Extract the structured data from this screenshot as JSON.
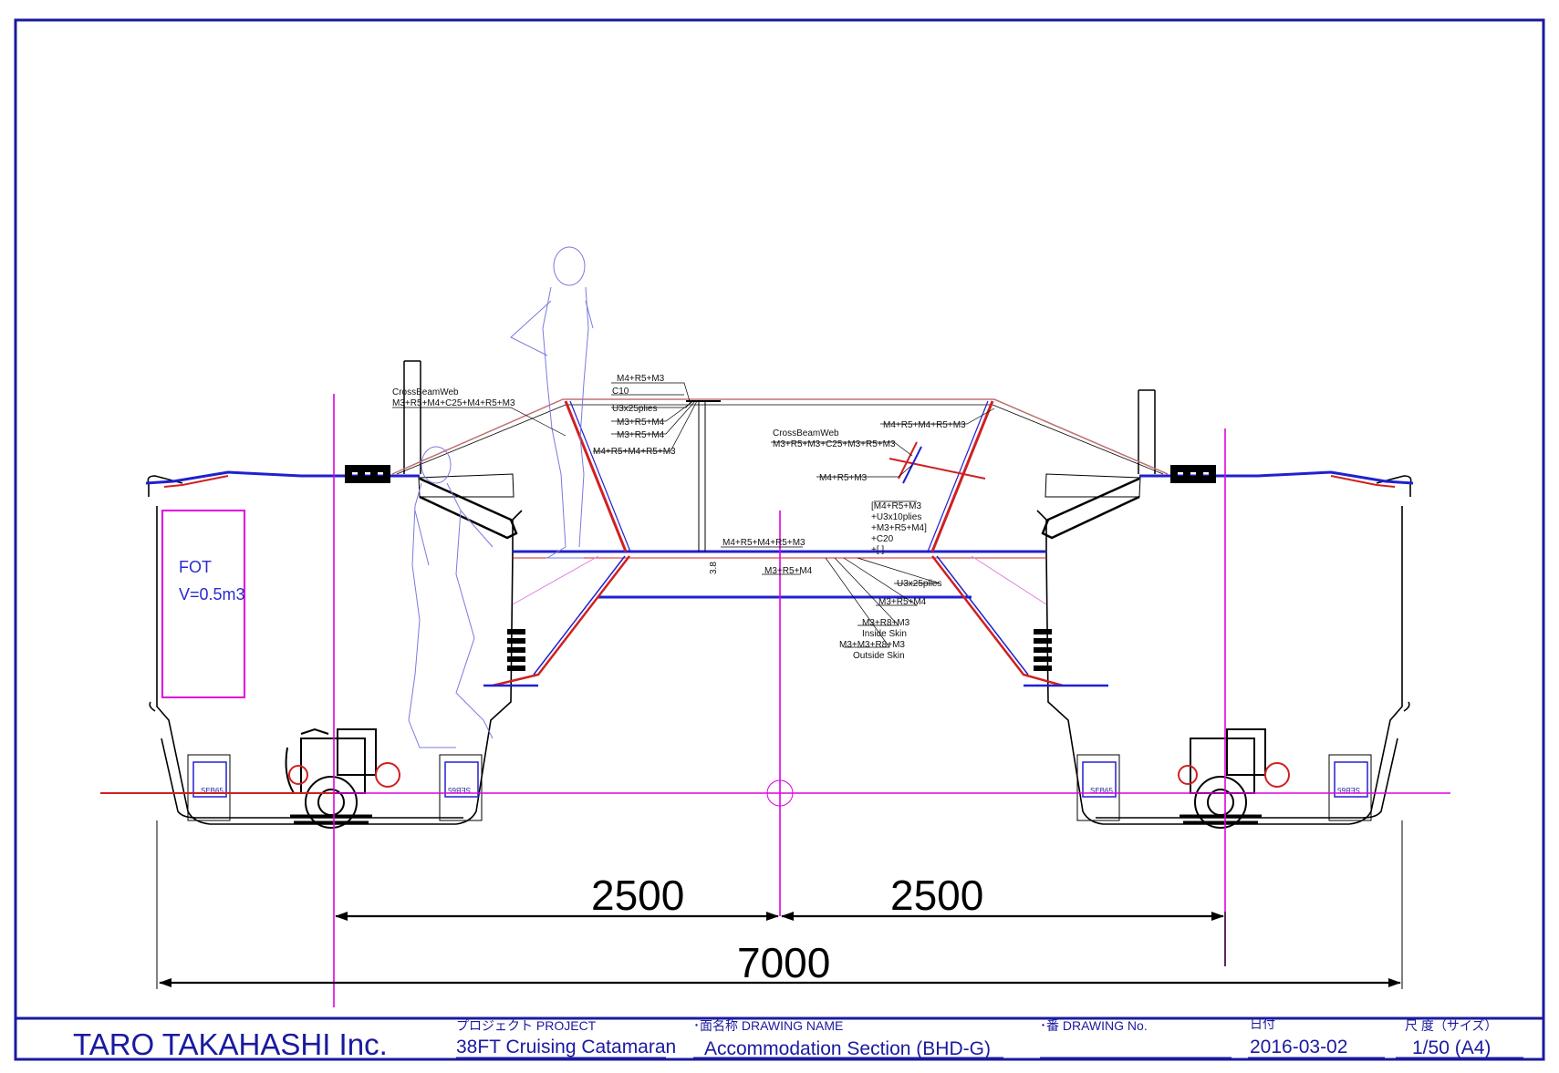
{
  "title_block": {
    "company": "TARO TAKAHASHI Inc.",
    "project_label": "プロジェクト  PROJECT",
    "project_value": "38FT Cruising Catamaran",
    "drawing_name_label": "･面名称  DRAWING  NAME",
    "drawing_name_value": "Accommodation Section (BHD-G)",
    "drawing_no_label": "･番  DRAWING No.",
    "drawing_no_value": "",
    "date_label": "日付",
    "date_value": "2016-03-02",
    "scale_label": "尺  度（サイズ）",
    "scale_value": "1/50 (A4)"
  },
  "dimensions": {
    "half_left": "2500",
    "half_right": "2500",
    "overall": "7000"
  },
  "tank": {
    "name": "FOT",
    "volume": "V=0.5m3"
  },
  "battery_labels": {
    "left_outer": "SEB65",
    "left_inner": "SEB65",
    "right_inner": "SEB65",
    "right_outer": "SEB65"
  },
  "annotations": {
    "cb_web_left_title": "CrossBeamWeb",
    "cb_web_left_spec": "M3+R5+M4+C25+M4+R5+M3",
    "top1": "M4+R5+M3",
    "top2": "C10",
    "top3": "U3x25plies",
    "top4": "M3+R5+M4",
    "top5": "M3+R5+M4",
    "top6": "M4+R5+M4+R5+M3",
    "cb_web_right_title": "CrossBeamWeb",
    "cb_web_right_spec": "M3+R5+M3+C25+M3+R5+M3",
    "right_top": "M4+R5+M4+R5+M3",
    "right_mid": "M4+R5+M3",
    "bracket1": "[M4+R5+M3",
    "bracket2": "+U3x10plies",
    "bracket3": "+M3+R5+M4]",
    "bracket4": "+C20",
    "bracket5": "+[    ]",
    "deck1": "M4+R5+M4+R5+M3",
    "deck2": "M3+R5+M4",
    "deck3": "U3x25plies",
    "deck4": "M3+R5+M4",
    "skin1": "M3+R8+M3",
    "skin2": "Inside Skin",
    "skin3": "M3+M3+R8+M3",
    "skin4": "Outside Skin",
    "thick": "3.8"
  },
  "colors": {
    "border": "#1a1aa0",
    "centerline": "#e000e0",
    "hull": "#000000",
    "deck": "#2020d0",
    "laminate": "#d02020"
  }
}
